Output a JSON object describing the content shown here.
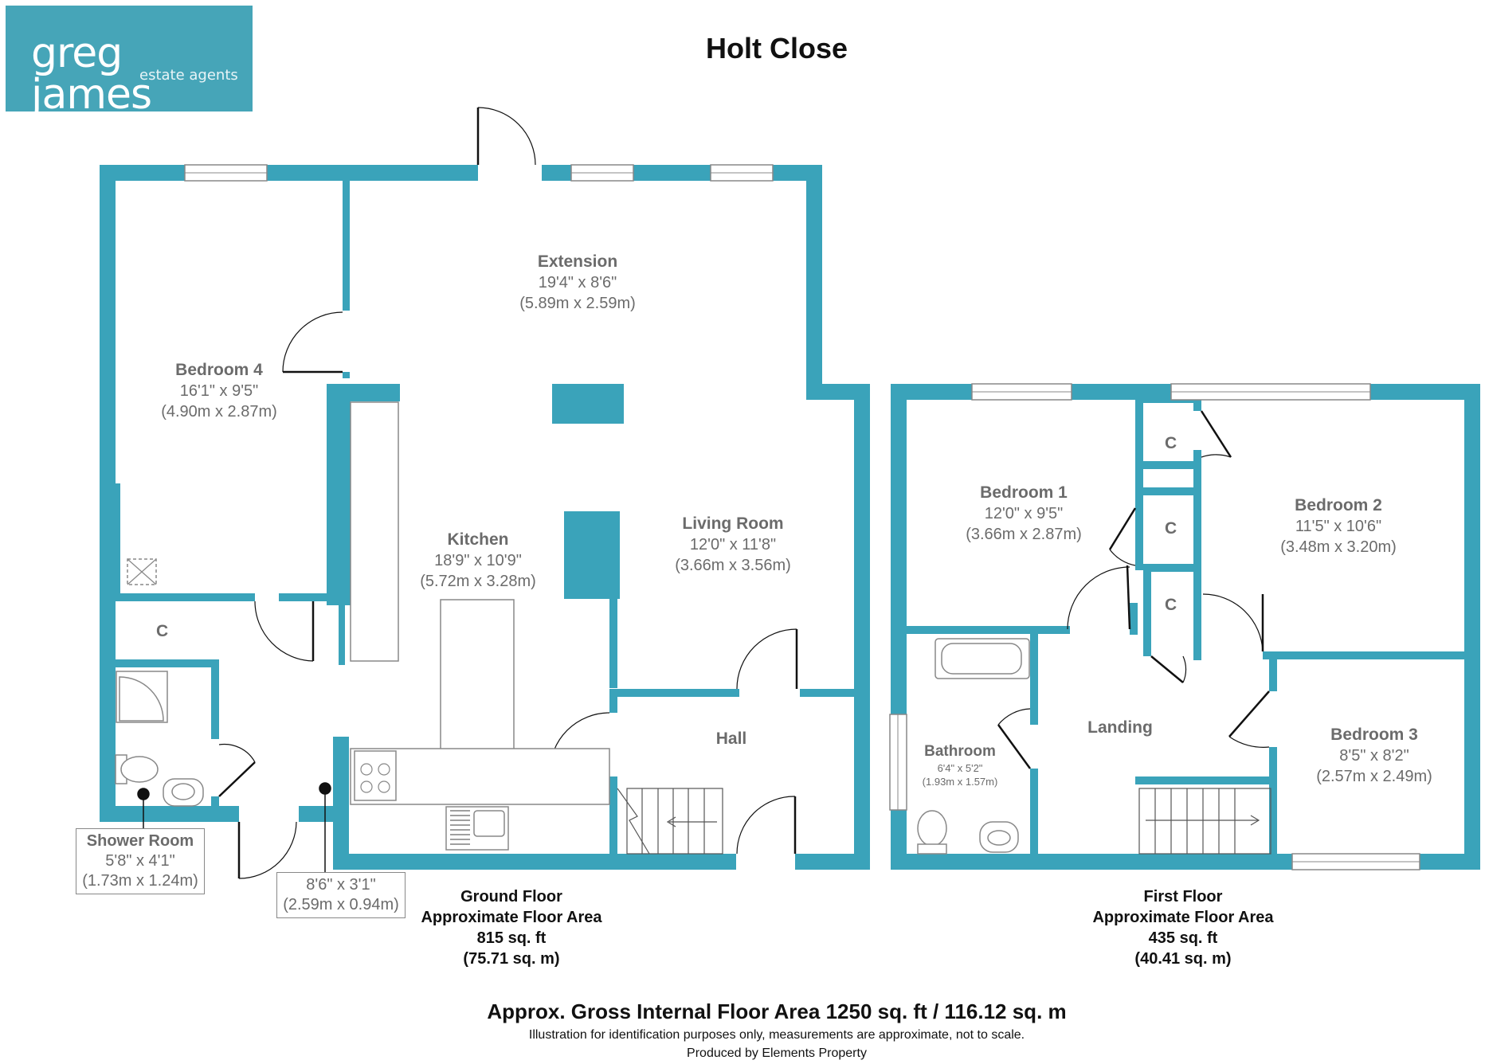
{
  "logo": {
    "brand": "greg james",
    "tagline": "estate agents"
  },
  "title": "Holt Close",
  "rooms": {
    "extension": {
      "name": "Extension",
      "imperial": "19'4\" x 8'6\"",
      "metric": "(5.89m x 2.59m)"
    },
    "bedroom4": {
      "name": "Bedroom 4",
      "imperial": "16'1\" x 9'5\"",
      "metric": "(4.90m x 2.87m)"
    },
    "kitchen": {
      "name": "Kitchen",
      "imperial": "18'9\" x 10'9\"",
      "metric": "(5.72m x 3.28m)"
    },
    "living_room": {
      "name": "Living Room",
      "imperial": "12'0\" x 11'8\"",
      "metric": "(3.66m x 3.56m)"
    },
    "hall": {
      "name": "Hall"
    },
    "shower_room": {
      "name": "Shower Room",
      "imperial": "5'8\" x 4'1\"",
      "metric": "(1.73m x 1.24m)"
    },
    "porch": {
      "imperial": "8'6\" x 3'1\"",
      "metric": "(2.59m x 0.94m)"
    },
    "bedroom1": {
      "name": "Bedroom 1",
      "imperial": "12'0\" x 9'5\"",
      "metric": "(3.66m x 2.87m)"
    },
    "bedroom2": {
      "name": "Bedroom 2",
      "imperial": "11'5\" x 10'6\"",
      "metric": "(3.48m x 3.20m)"
    },
    "bedroom3": {
      "name": "Bedroom 3",
      "imperial": "8'5\" x 8'2\"",
      "metric": "(2.57m x 2.49m)"
    },
    "bathroom": {
      "name": "Bathroom",
      "imperial": "6'4\" x 5'2\"",
      "metric": "(1.93m x 1.57m)"
    },
    "landing": {
      "name": "Landing"
    },
    "cupboard": "C"
  },
  "floors": {
    "ground": {
      "name": "Ground Floor",
      "label": "Approximate Floor Area",
      "sqft": "815 sq. ft",
      "sqm": "(75.71 sq. m)"
    },
    "first": {
      "name": "First Floor",
      "label": "Approximate Floor Area",
      "sqft": "435 sq. ft",
      "sqm": "(40.41 sq. m)"
    }
  },
  "footer": {
    "gross": "Approx. Gross Internal Floor Area 1250 sq. ft / 116.12 sq. m",
    "disclaimer": "Illustration for identification purposes only, measurements are approximate, not to scale.",
    "producer": "Produced by Elements Property"
  },
  "colors": {
    "wall": "#3aa3ba",
    "text": "#6b6b6b",
    "fixture": "#888888"
  }
}
